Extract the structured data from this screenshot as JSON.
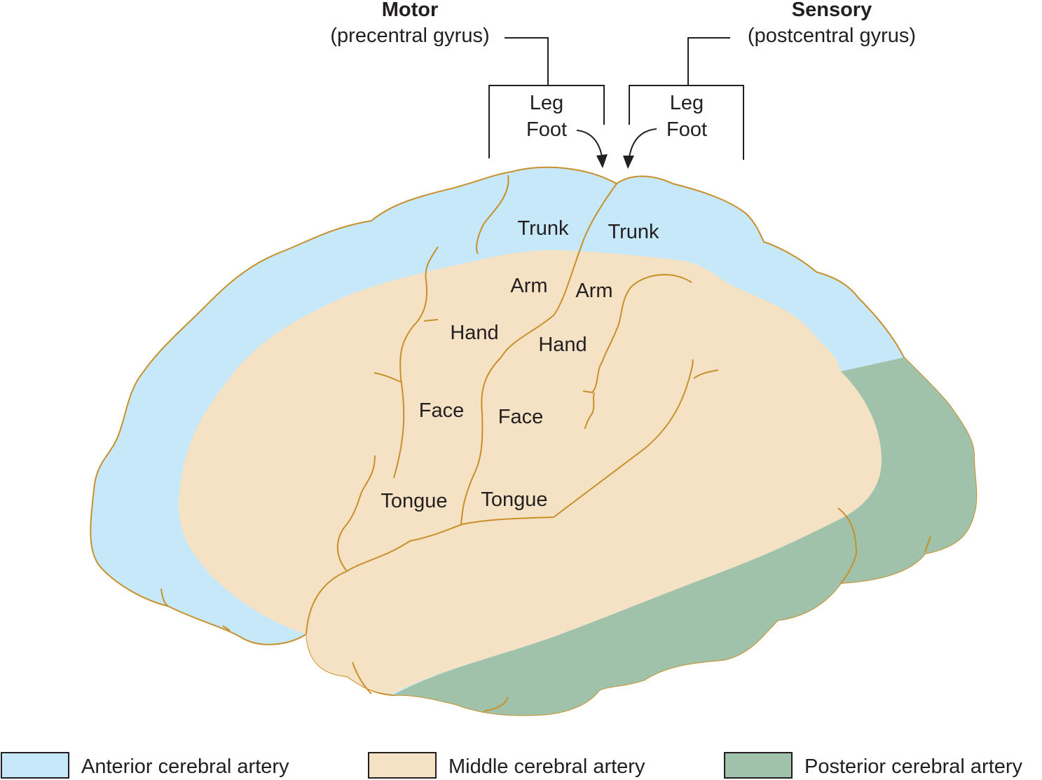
{
  "headers": {
    "motor": {
      "title": "Motor",
      "subtitle": "(precentral gyrus)"
    },
    "sensory": {
      "title": "Sensory",
      "subtitle": "(postcentral gyrus)"
    }
  },
  "motor_labels": [
    "Leg",
    "Foot",
    "Trunk",
    "Arm",
    "Hand",
    "Face",
    "Tongue"
  ],
  "sensory_labels": [
    "Leg",
    "Foot",
    "Trunk",
    "Arm",
    "Hand",
    "Face",
    "Tongue"
  ],
  "legend": [
    {
      "label": "Anterior cerebral artery",
      "color": "#c6e8f8"
    },
    {
      "label": "Middle cerebral artery",
      "color": "#f5e1c4"
    },
    {
      "label": "Posterior cerebral artery",
      "color": "#a0c2aa"
    }
  ],
  "colors": {
    "outline": "#c8902a"
  }
}
